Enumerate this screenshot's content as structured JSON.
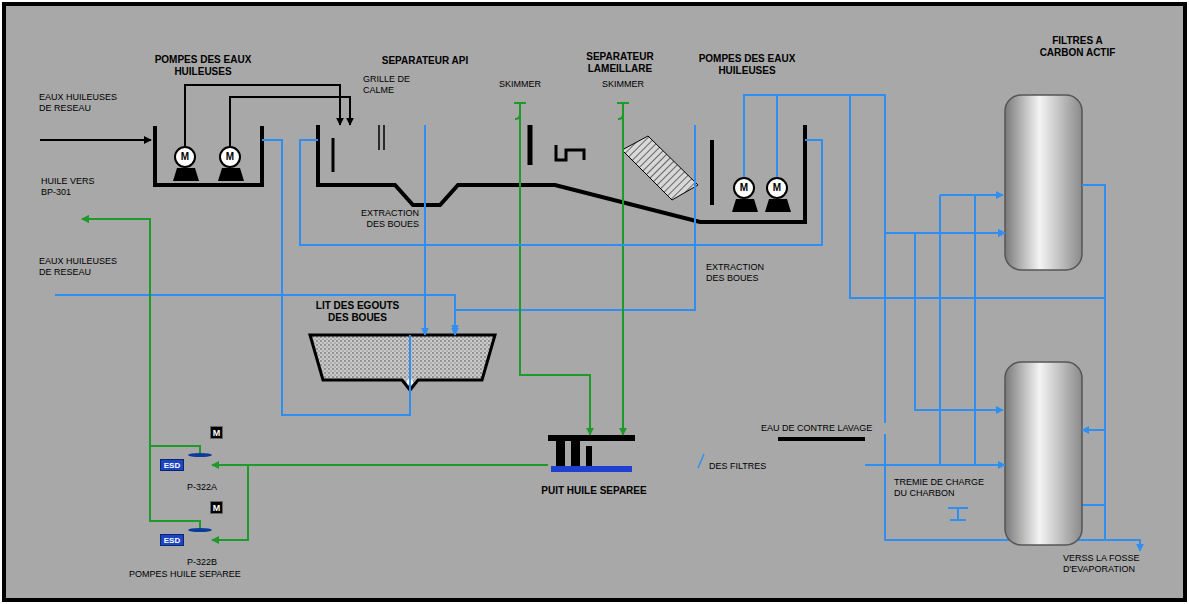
{
  "diagram": {
    "nodes": [
      {
        "text": [
          "POMPES DES EAUX HUILEUSES"
        ]
      },
      {
        "text": [
          "M"
        ],
        "in": 0
      },
      {
        "text": [
          "M"
        ],
        "in": 0
      },
      {
        "text": [
          "SEPARATEUR API"
        ]
      },
      {
        "text": [
          "SEPARATEUR LAMEILLARE"
        ]
      },
      {
        "text": [
          "POMPES DES EAUX HUILEUSES"
        ]
      },
      {
        "text": [
          "M"
        ],
        "in": 5
      },
      {
        "text": [
          "M"
        ],
        "in": 5
      },
      {
        "text": [
          "FILTRES A CARBON ACTIF"
        ]
      },
      {
        "text": [
          "HUILE VERS BP-301"
        ]
      },
      {
        "text": [
          "LIT DES EGOUTS DES BOUES"
        ]
      },
      {
        "text": [
          "TREMIE DE CHARGE DU CHARBON"
        ]
      },
      {
        "text": [
          "EAU DE CONTRE LAVAGE",
          "DES FILTRES"
        ]
      },
      {
        "text": [
          "PUIT HUILE SEPAREE"
        ]
      },
      {
        "text": [
          "ESD"
        ]
      },
      {
        "text": [
          "P-322A"
        ]
      },
      {
        "text": [
          "M"
        ]
      },
      {
        "text": [
          "ESD"
        ]
      },
      {
        "text": [
          "P-322B"
        ]
      },
      {
        "text": [
          "M"
        ]
      }
    ],
    "edges": [
      {
        "from": 1,
        "to": 3,
        "arrow": "to"
      },
      {
        "from": 2,
        "to": 3,
        "arrow": "to"
      },
      {
        "from": 6,
        "to": 8,
        "arrow": "to"
      },
      {
        "from": 7,
        "to": 8,
        "arrow": "to"
      },
      {
        "from": 8,
        "to": 11,
        "arrow": "to"
      },
      {
        "from": 3,
        "to": 10,
        "label": "EXTRACTION DES BOUES",
        "arrow": "to"
      },
      {
        "from": 4,
        "to": 10,
        "label": "EXTRACTION DES BOUES",
        "arrow": "to"
      },
      {
        "from": 3,
        "to": 13,
        "arrow": "to"
      },
      {
        "from": 4,
        "to": 13,
        "arrow": "to"
      },
      {
        "from": 13,
        "to": 15,
        "arrow": "to"
      },
      {
        "from": 13,
        "to": 18,
        "arrow": "to"
      },
      {
        "from": 15,
        "to": 9,
        "arrow": "to"
      },
      {
        "from": 18,
        "to": 9,
        "arrow": "to"
      },
      {
        "from": 10,
        "to": 0,
        "arrow": "none"
      },
      {
        "from": 5,
        "to": 3,
        "arrow": "none"
      },
      {
        "from": 12,
        "to": 11,
        "arrow": "to"
      }
    ],
    "labels": [
      "EAUX HUILEUSES DE RESEAU",
      "GRILLE DE CALME",
      "SKIMMER",
      "SKIMMER",
      "EAUX HUILEUSES DE RESEAU",
      "POMPES HUILE SEPAREE",
      "VERSS LA FOSSE D'EVAPORATION"
    ]
  }
}
